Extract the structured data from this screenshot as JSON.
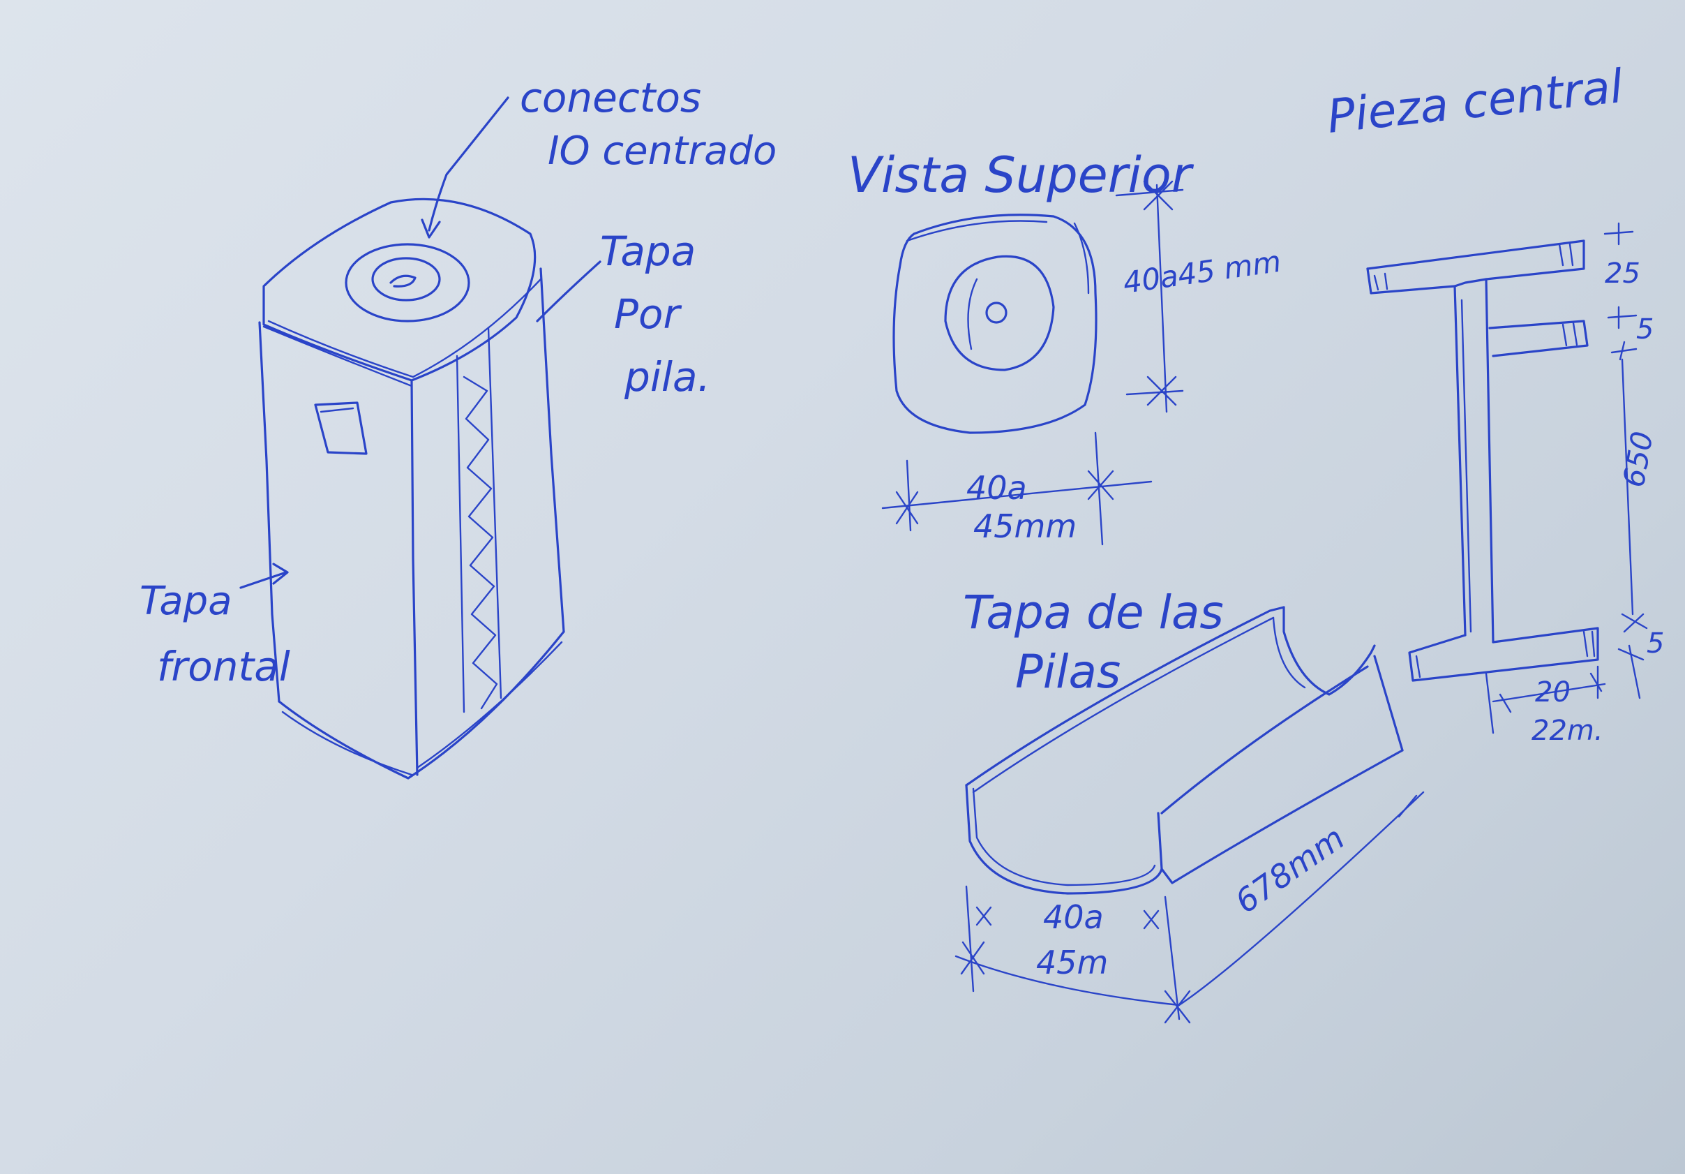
{
  "labels": {
    "connector": "conectos",
    "connector_sub": "IO centrado",
    "tapa_pila": [
      "Tapa",
      "Por",
      "pila."
    ],
    "tapa_frontal": [
      "Tapa",
      "frontal"
    ],
    "vista_superior": "Vista Superior",
    "pieza_central": "Pieza central",
    "tapa_pilas": [
      "Tapa de las",
      "Pilas"
    ]
  },
  "dimensions": {
    "top_view_height": "40a45 mm",
    "top_view_width": [
      "40a",
      "45mm"
    ],
    "piece_top": "25",
    "piece_gap_1": "5",
    "piece_height": "650",
    "piece_gap_2": "5",
    "piece_width": [
      "20",
      "22m."
    ],
    "cover_width": [
      "40a",
      "45m"
    ],
    "cover_length": "678mm"
  },
  "colors": {
    "ink": "#2a44c8",
    "paper": "#d4dce6"
  }
}
